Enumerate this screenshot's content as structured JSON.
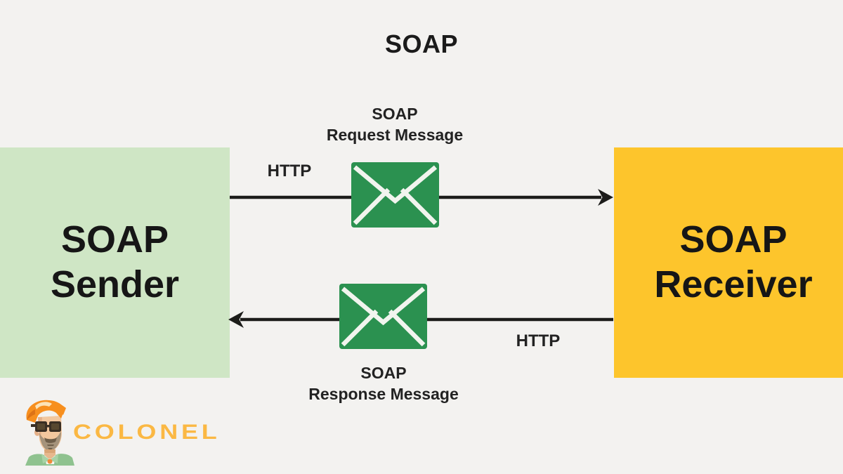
{
  "title": "SOAP",
  "sender": {
    "line1": "SOAP",
    "line2": "Sender"
  },
  "receiver": {
    "line1": "SOAP",
    "line2": "Receiver"
  },
  "request_flow": {
    "protocol_label": "HTTP",
    "message_line1": "SOAP",
    "message_line2": "Request Message",
    "direction": "sender-to-receiver",
    "icon": "envelope-icon"
  },
  "response_flow": {
    "protocol_label": "HTTP",
    "message_line1": "SOAP",
    "message_line2": "Response Message",
    "direction": "receiver-to-sender",
    "icon": "envelope-icon"
  },
  "logo": {
    "wordmark": "COLONEL",
    "mascot": "colonel-mascot"
  },
  "colors": {
    "background": "#F3F2F0",
    "sender_box": "#CFE6C5",
    "receiver_box": "#FDC52C",
    "envelope_green": "#2B9150",
    "arrow_black": "#1C1C1A",
    "text_black": "#1B1B1B",
    "logo_orange": "#FBB843"
  }
}
